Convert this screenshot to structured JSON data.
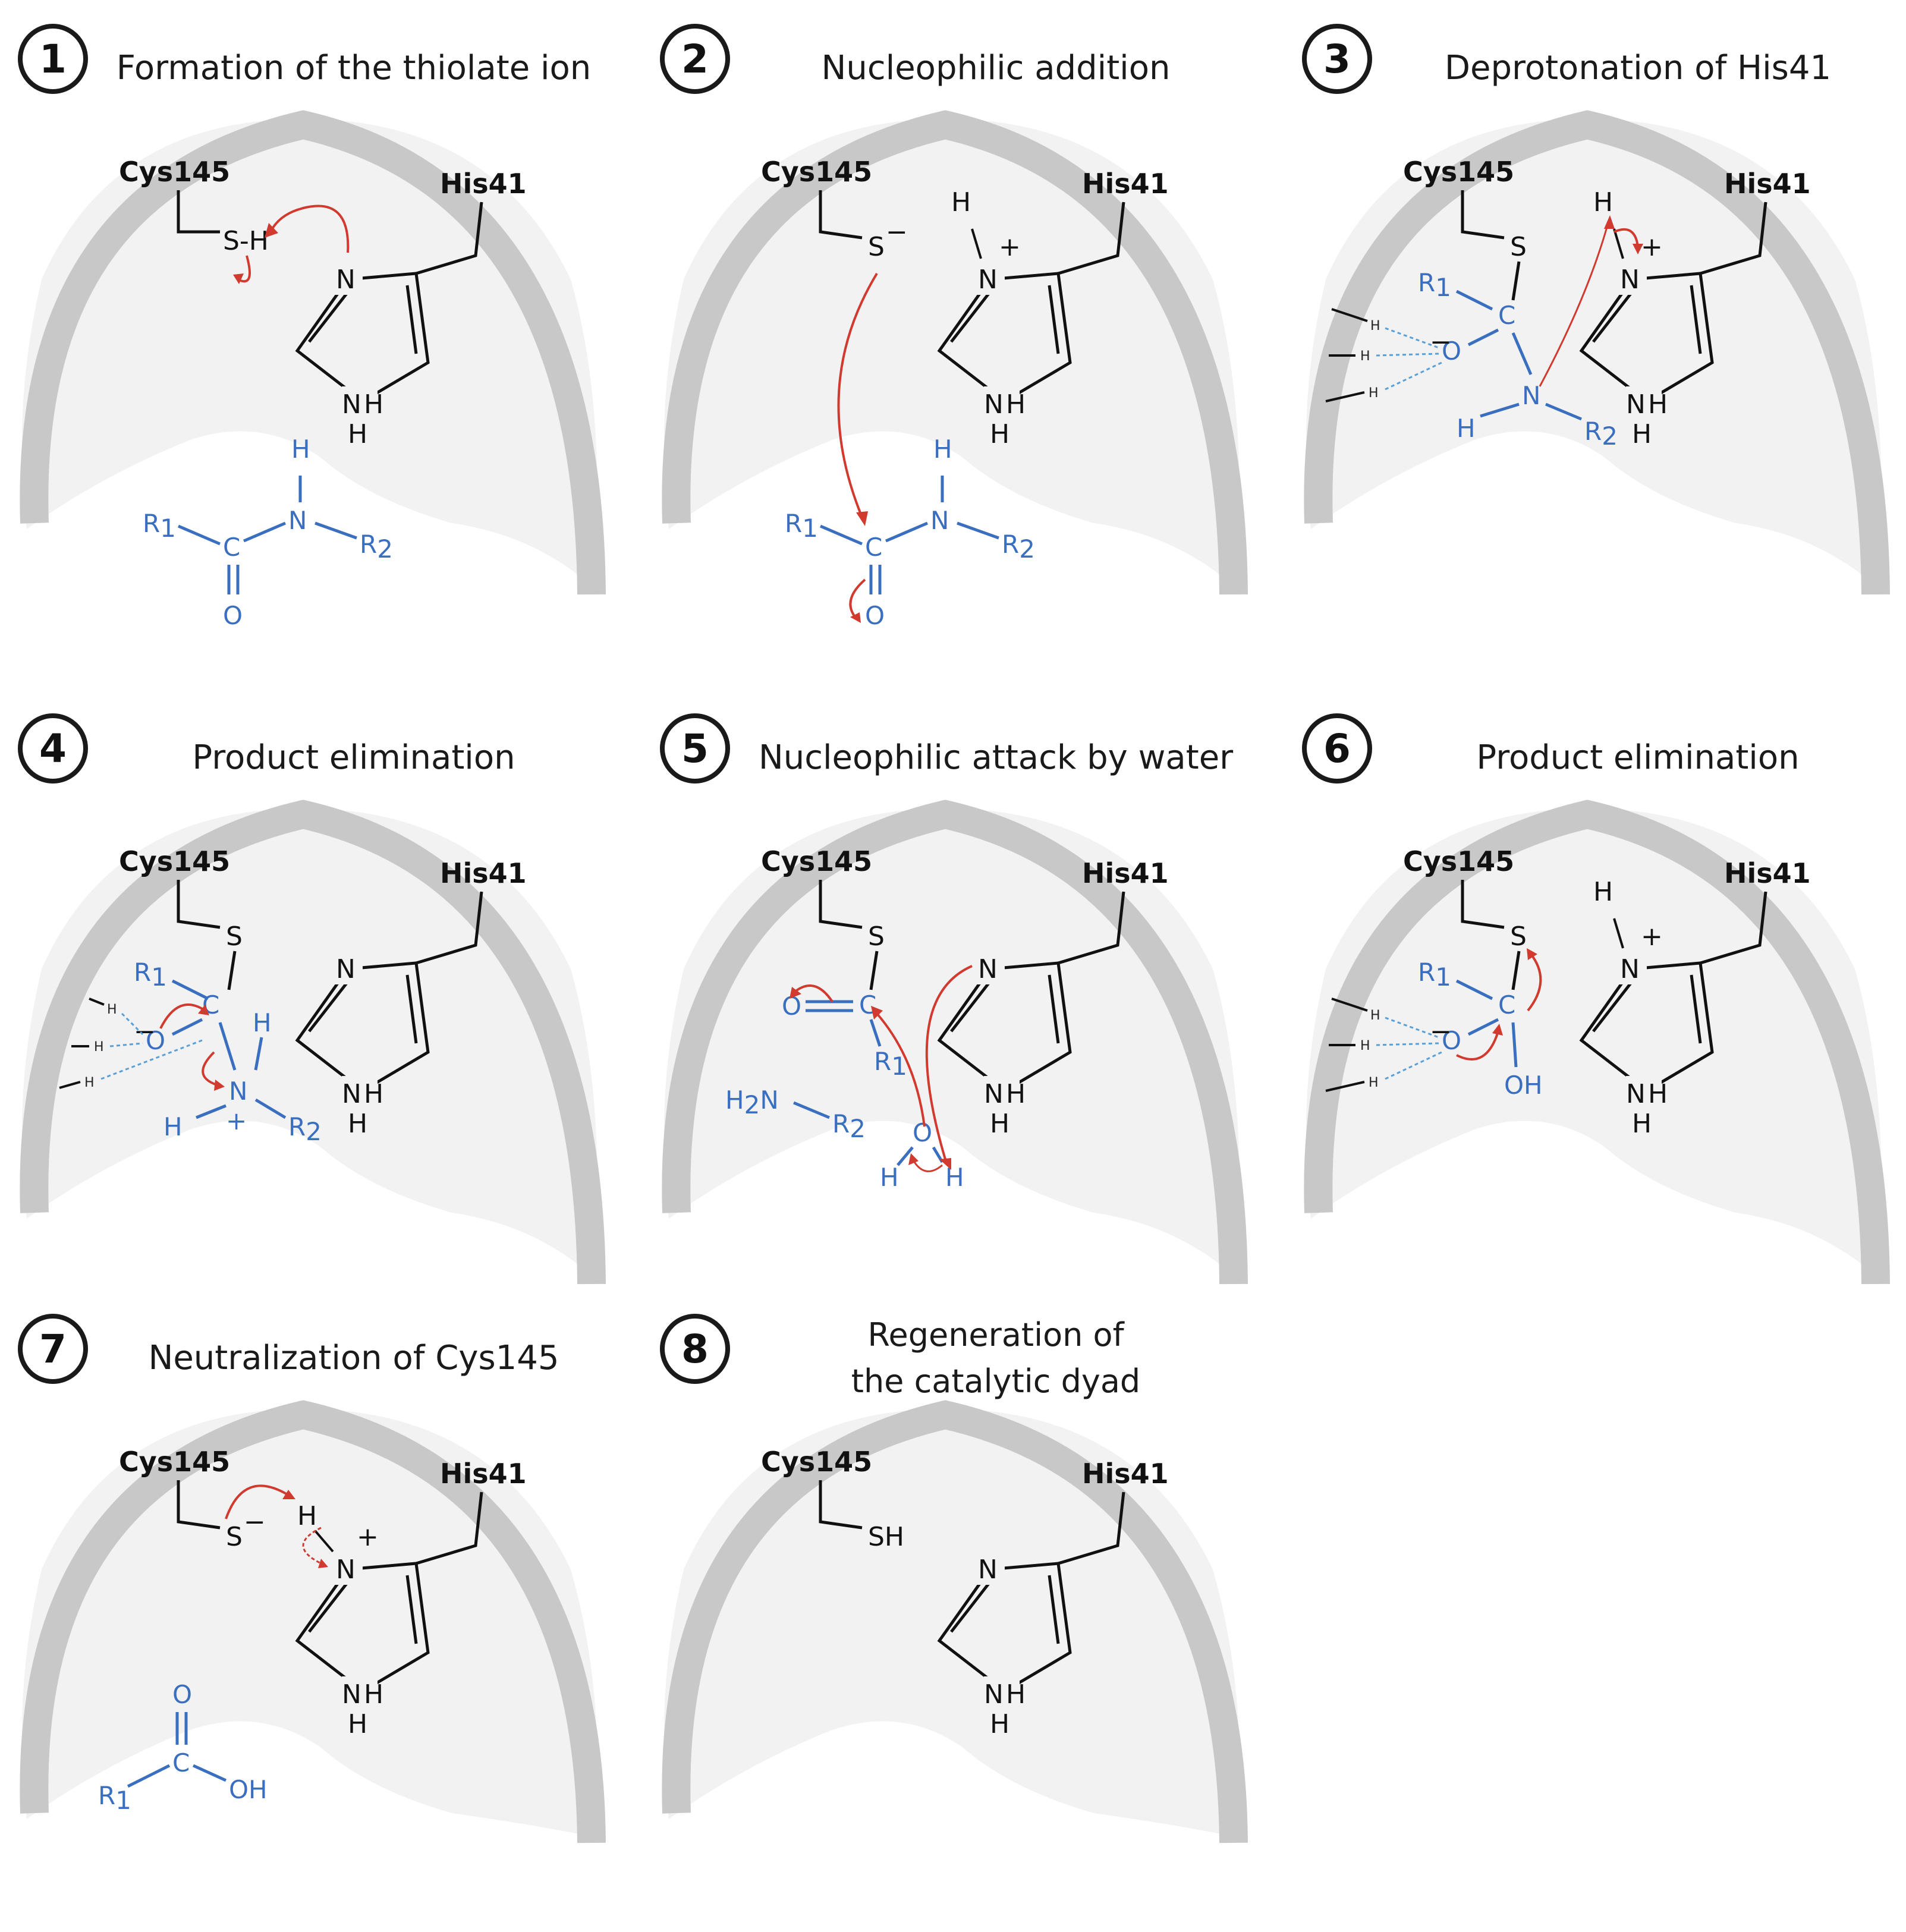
{
  "panels": [
    {
      "number": "1",
      "title": "Formation of the thiolate ion"
    },
    {
      "number": "2",
      "title": "Nucleophilic addition"
    },
    {
      "number": "3",
      "title": "Deprotonation of His41"
    },
    {
      "number": "4",
      "title": "Product elimination"
    },
    {
      "number": "5",
      "title": "Nucleophilic attack by water"
    },
    {
      "number": "6",
      "title": "Product elimination"
    },
    {
      "number": "7",
      "title": "Neutralization of Cys145"
    },
    {
      "number": "8",
      "title": "Regeneration of\nthe catalytic dyad"
    }
  ],
  "residues": {
    "cys": "Cys145",
    "his": "His41"
  },
  "atoms": {
    "N": "N",
    "H": "H",
    "S": "S",
    "C": "C",
    "O": "O",
    "OH": "OH",
    "SH": "SH",
    "S_H": "S-H",
    "minus": "−",
    "plus": "+",
    "R": "R",
    "sub1": "1",
    "sub2": "2",
    "H2N": "H",
    "sub_h2": "2",
    "N_after": "N"
  },
  "colors": {
    "arc": "#c8c8c8",
    "pocket": "#f2f2f2",
    "substrate": "#3a6fc0",
    "arrow": "#d03a2f",
    "black": "#111111"
  }
}
